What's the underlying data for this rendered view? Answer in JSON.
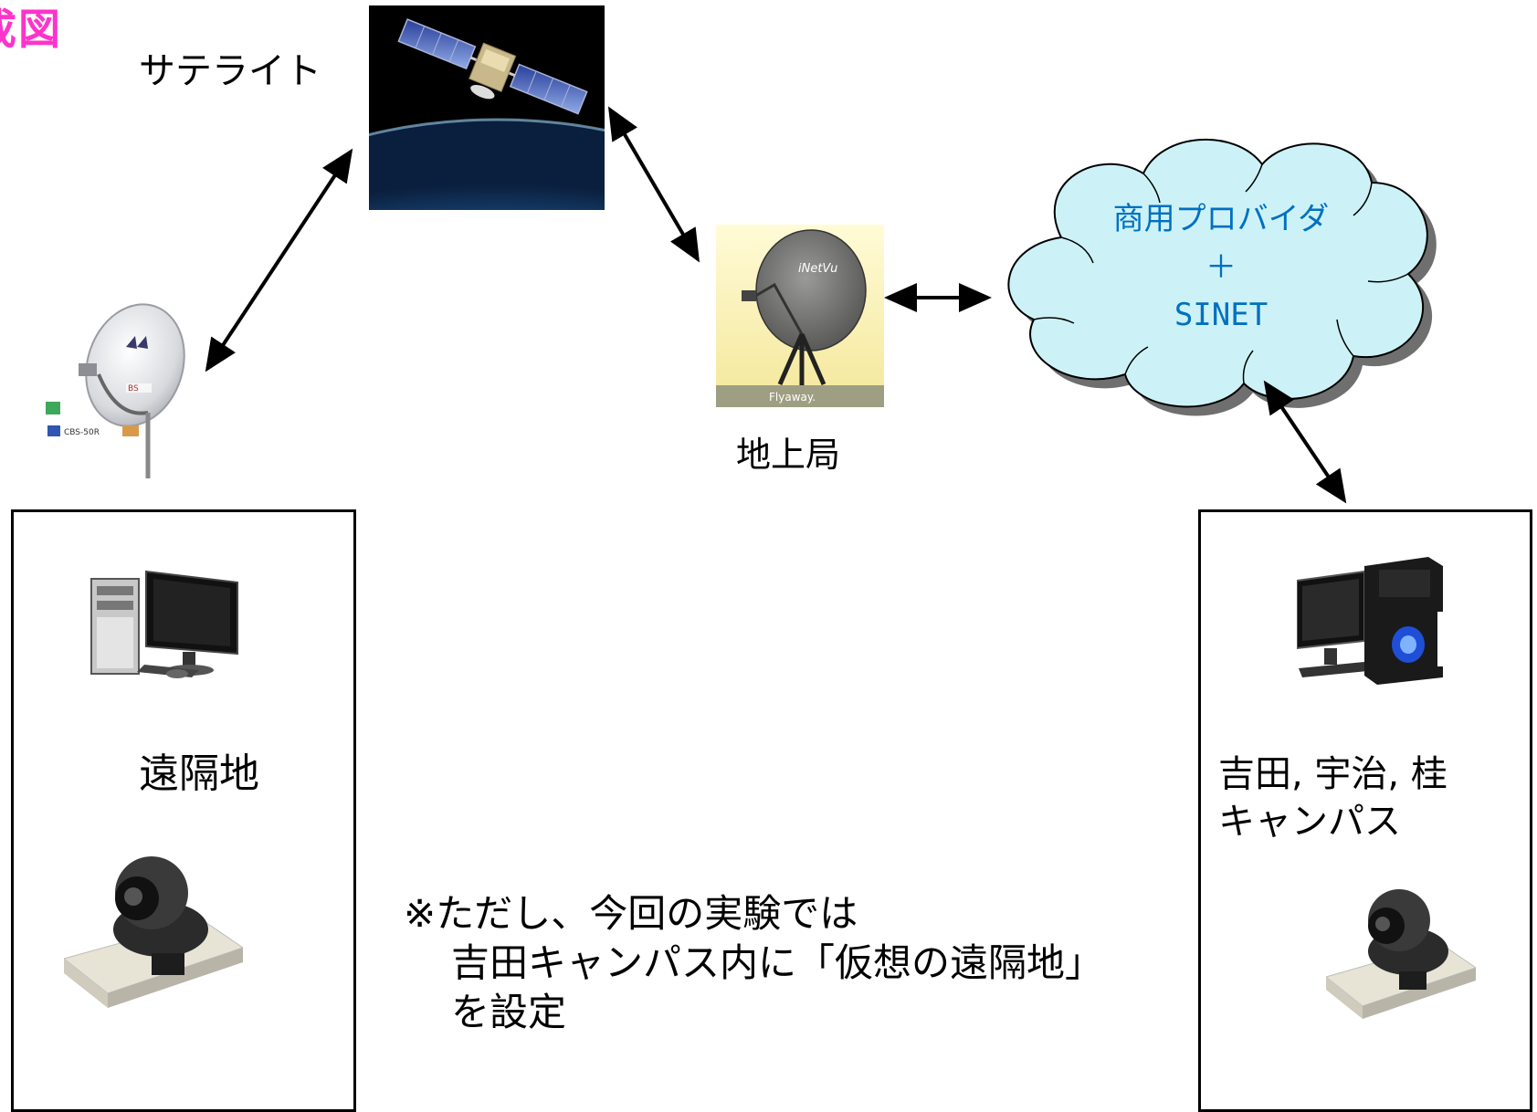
{
  "title_fragment": "成図",
  "labels": {
    "satellite": "サテライト",
    "ground_station": "地上局",
    "remote_site": "遠隔地",
    "campus_line1": "吉田, 宇治, 桂",
    "campus_line2": "キャンパス"
  },
  "cloud": {
    "line1": "商用プロバイダ",
    "line2": "＋",
    "line3": "SINET"
  },
  "dish_label": {
    "brand": "BS",
    "model": "CBS-50R"
  },
  "ground_station_image": {
    "brand": "iNetVu",
    "caption": "Flyaway."
  },
  "note": {
    "line1": "※ただし、今回の実験では",
    "line2": "吉田キャンパス内に「仮想の遠隔地」",
    "line3": "を設定"
  }
}
